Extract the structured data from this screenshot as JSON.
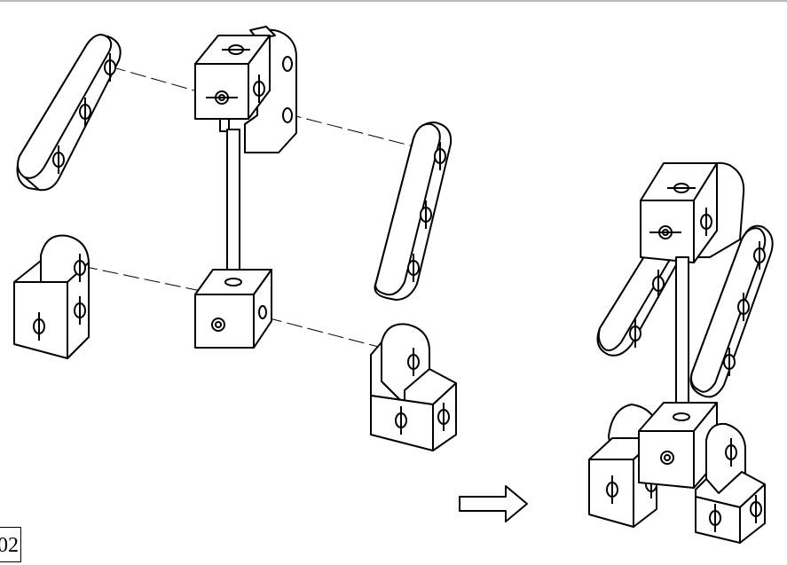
{
  "page_number": "02",
  "figure": {
    "type": "exploded-assembly-diagram",
    "parts": [
      "long-link-left",
      "top-hinge-cube",
      "rod",
      "bottom-cube",
      "long-link-right",
      "l-bracket-left",
      "l-bracket-right",
      "assembled-model"
    ],
    "arrow": "assembly-arrow"
  }
}
